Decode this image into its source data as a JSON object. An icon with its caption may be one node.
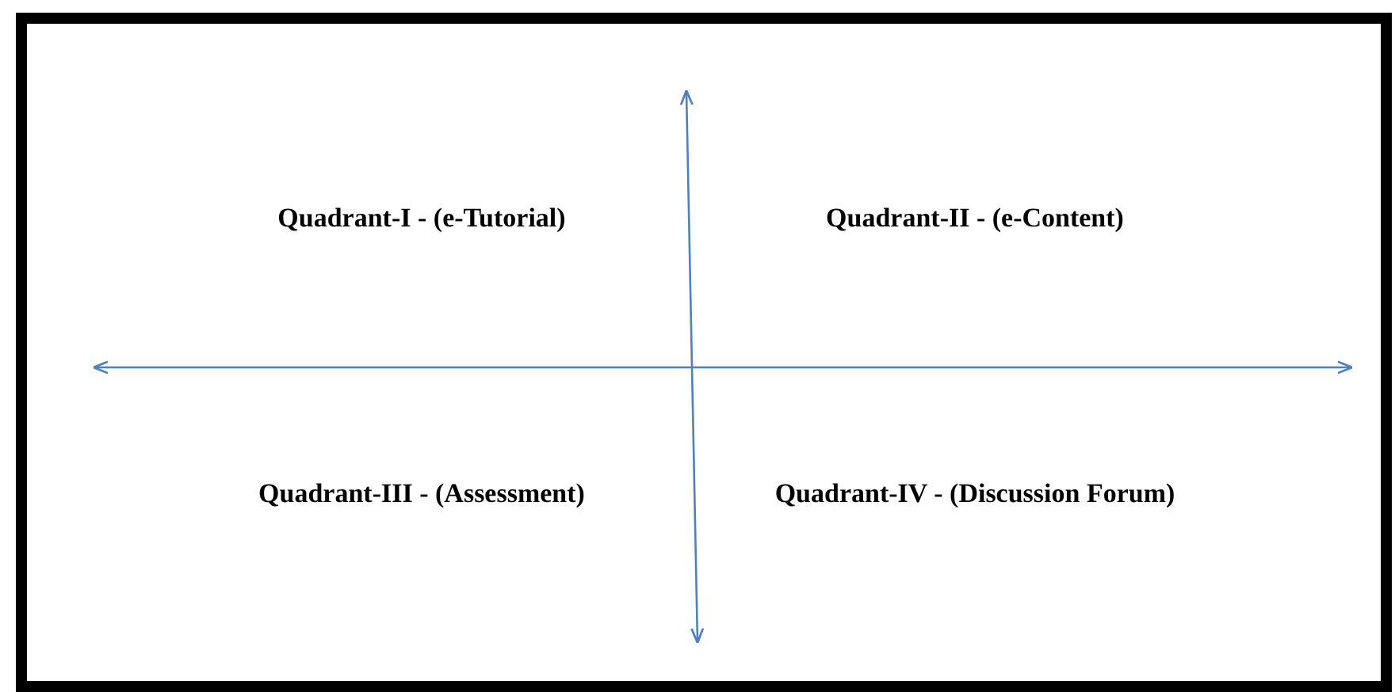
{
  "diagram": {
    "labels": [
      "Quadrant-I - (e-Tutorial)",
      "Quadrant-II - (e-Content)",
      "Quadrant-III - (Assessment)",
      "Quadrant-IV - (Discussion Forum)"
    ]
  }
}
